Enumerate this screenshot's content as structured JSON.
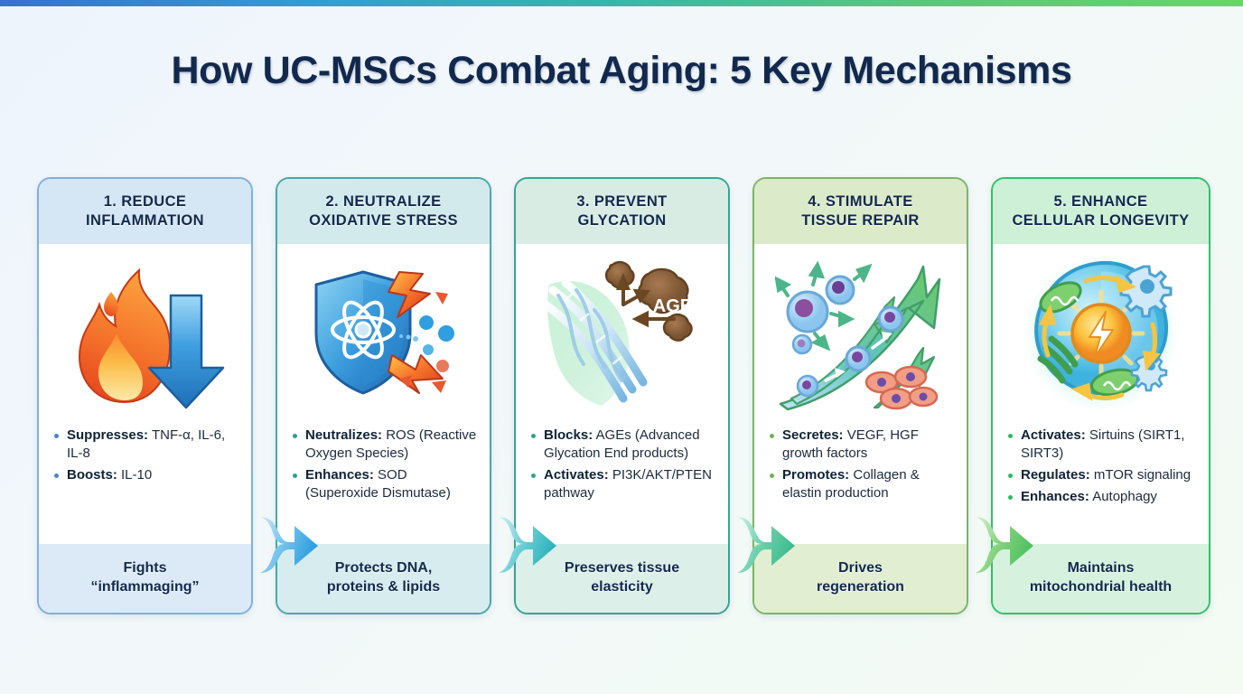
{
  "header": {
    "title": "How UC-MSCs Combat Aging: 5 Key Mechanisms",
    "accent_gradient": [
      "#3b6fd4",
      "#2f9fd0",
      "#35b9a8",
      "#58c97a",
      "#6ad36b"
    ]
  },
  "cards": [
    {
      "number": "1.",
      "title": "1. REDUCE\nINFLAMMATION",
      "icon": "flame-down-arrow-icon",
      "accent": "#7fb0da",
      "bullets": [
        {
          "label": "Suppresses:",
          "text": " TNF-α, IL-6, IL-8"
        },
        {
          "label": "Boosts:",
          "text": " IL-10"
        }
      ],
      "footer": "Fights\n“inflammaging”"
    },
    {
      "number": "2.",
      "title": "2. NEUTRALIZE\nOXIDATIVE STRESS",
      "icon": "shield-atom-icon",
      "accent": "#4aa6ad",
      "bullets": [
        {
          "label": "Neutralizes:",
          "text": " ROS (Reactive Oxygen Species)"
        },
        {
          "label": "Enhances:",
          "text": " SOD (Superoxide Dismutase)"
        }
      ],
      "footer": "Protects DNA,\nproteins & lipids"
    },
    {
      "number": "3.",
      "title": "3. PREVENT\nGLYCATION",
      "icon": "dna-ages-icon",
      "accent": "#39a392",
      "bullets": [
        {
          "label": "Blocks:",
          "text": " AGEs (Advanced Glycation End products)"
        },
        {
          "label": "Activates:",
          "text": " PI3K/AKT/PTEN pathway"
        }
      ],
      "footer": "Preserves tissue\nelasticity"
    },
    {
      "number": "4.",
      "title": "4. STIMULATE\nTISSUE REPAIR",
      "icon": "cells-growth-arrows-icon",
      "accent": "#7cb563",
      "bullets": [
        {
          "label": "Secretes:",
          "text": " VEGF, HGF growth factors"
        },
        {
          "label": "Promotes:",
          "text": " Collagen & elastin production"
        }
      ],
      "footer": "Drives\nregeneration"
    },
    {
      "number": "5.",
      "title": "5. ENHANCE\nCELLULAR LONGEVITY",
      "icon": "cell-mitochondria-energy-icon",
      "accent": "#31c06a",
      "bullets": [
        {
          "label": "Activates:",
          "text": " Sirtuins (SIRT1, SIRT3)"
        },
        {
          "label": "Regulates:",
          "text": " mTOR signaling"
        },
        {
          "label": "Enhances:",
          "text": " Autophagy"
        }
      ],
      "footer": "Maintains\nmitochondrial health"
    }
  ],
  "connectors": [
    {
      "name": "connector-arrow-1-2",
      "color": "#62b8ea"
    },
    {
      "name": "connector-arrow-2-3",
      "color": "#4dc0cf"
    },
    {
      "name": "connector-arrow-3-4",
      "color": "#5fc9a9"
    },
    {
      "name": "connector-arrow-4-5",
      "color": "#6ccb7e"
    }
  ]
}
